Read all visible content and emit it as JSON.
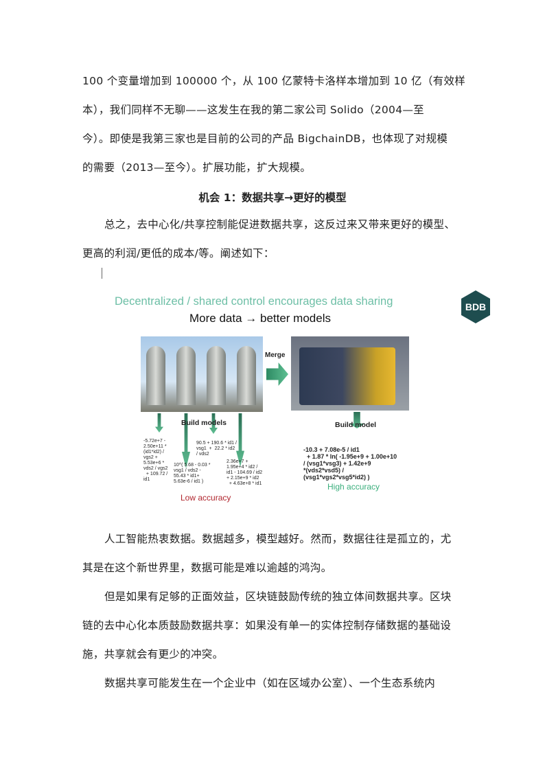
{
  "paragraphs_top": [
    "100 个变量增加到 100000 个，从 100 亿蒙特卡洛样本增加到 10 亿（有效样",
    "本），我们同样不无聊——这发生在我的第二家公司 Solido（2004—至",
    "今）。即使是我第三家也是目前的公司的产品 BigchainDB，也体现了对规模",
    "的需要（2013—至今）。扩展功能，扩大规模。"
  ],
  "heading": "机会 1：数据共享→更好的模型",
  "intro": [
    "总之，去中心化/共享控制能促进数据共享，这反过来又带来更好的模型、",
    "更高的利润/更低的成本/等。阐述如下："
  ],
  "figure": {
    "title": "Decentralized / shared control encourages data sharing",
    "subtitle": "More data → better models",
    "logo": "BDB",
    "merge": "Merge",
    "build_models": "Build models",
    "build_model": "Build model",
    "formulas": [
      "-5.72e+7 -\n2.50e+11 *\n(id1*id2) /\nvgs2 +\n5.53e+6 *\nvds2 / vgs2\n  + 109.72 /\nid1",
      "10^( 5.68 - 0.03 *\nvsg1 / vds2 -\n55.43 * id1+\n5.63e-6 / id1 )",
      "90.5 + 190.6 * id1 /\nvsg1  +  22.2 * id2\n/ vds2",
      "2.36e+7 +\n1.95e+4 * id2 /\nid1 - 104.69 / id2\n+ 2.15e+9 * id2\n  + 4.63e+8 * id1"
    ],
    "merged_formula": "-10.3 + 7.08e-5 / id1\n  + 1.87 * ln( -1.95e+9 + 1.00e+10\n/ (vsg1*vsg3) + 1.42e+9\n*(vds2*vsd5) /\n(vsg1*vgs2*vsg5*id2) )",
    "low_accuracy": "Low accuracy",
    "high_accuracy": "High accuracy"
  },
  "paragraphs_bottom": [
    "人工智能热衷数据。数据越多，模型越好。然而，数据往往是孤立的，尤",
    "其是在这个新世界里，数据可能是难以逾越的鸿沟。",
    "但是如果有足够的正面效益，区块链鼓励传统的独立体间数据共享。区块",
    "链的去中心化本质鼓励数据共享：如果没有单一的实体控制存储数据的基础设",
    "施，共享就会有更少的冲突。",
    "数据共享可能发生在一个企业中（如在区域办公室）、一个生态系统内"
  ]
}
